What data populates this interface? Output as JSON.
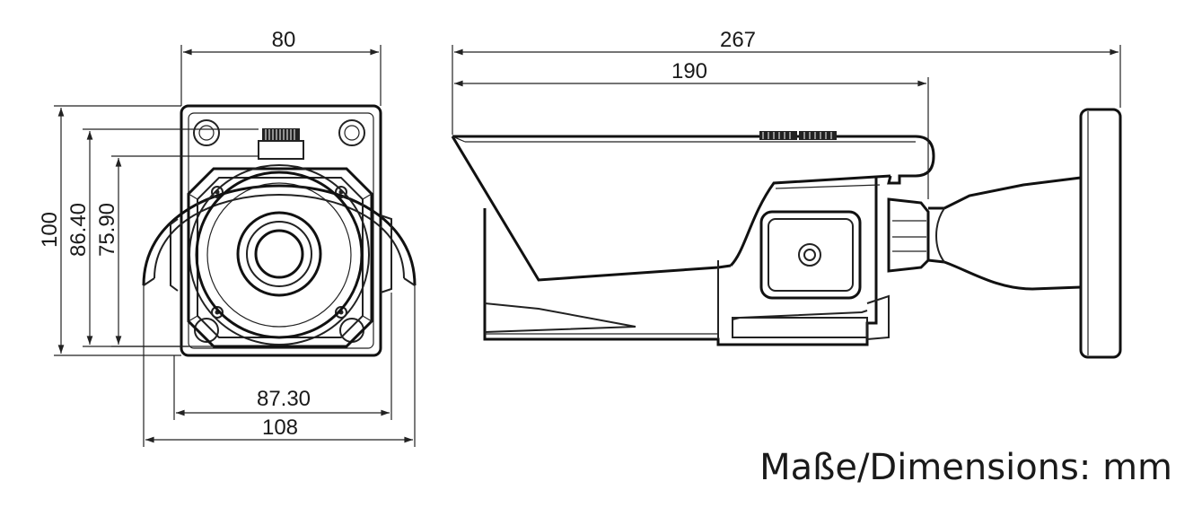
{
  "front_view": {
    "top_width": "80",
    "height_total": "100",
    "height_mid": "86.40",
    "height_inner": "75.90",
    "width_inner": "87.30",
    "width_total": "108"
  },
  "side_view": {
    "length_total": "267",
    "length_body": "190"
  },
  "caption": "Maße/Dimensions: mm"
}
